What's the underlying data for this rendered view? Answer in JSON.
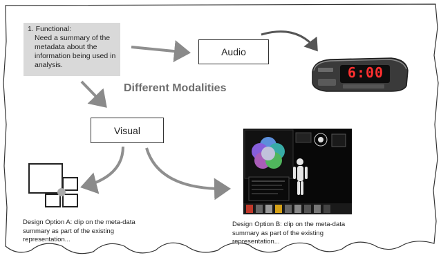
{
  "functional_box": {
    "title": "1. Functional:",
    "body": "Need a summary of the metadata about the information being used in analysis."
  },
  "audio_label": "Audio",
  "visual_label": "Visual",
  "heading": "Different Modalities",
  "clock": {
    "display": "6:00",
    "display_color": "#ff3030"
  },
  "option_a_caption": "Design Option A: clip on the meta-data summary as part of the existing representation...",
  "option_b_caption": "Design Option B: clip on the meta-data summary as part of the existing representation...",
  "colors": {
    "arrow": "#8f8f8f",
    "box_fill": "#d9d9d9",
    "heading": "#6d6d6d"
  }
}
